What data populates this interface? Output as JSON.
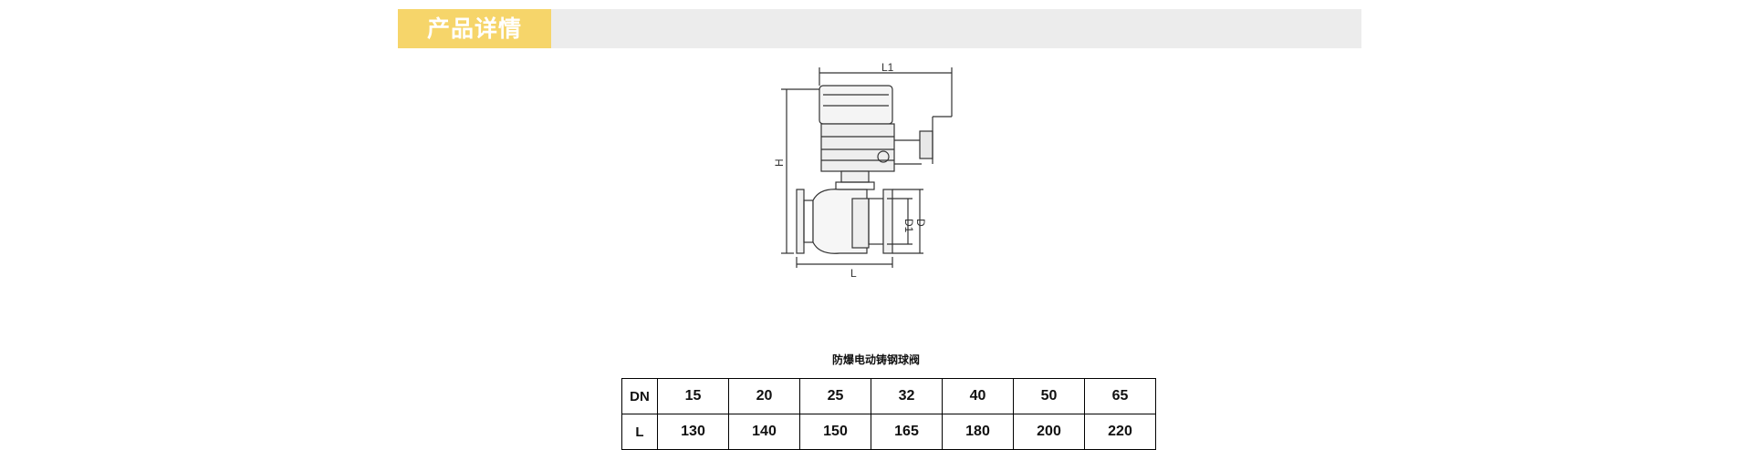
{
  "header": {
    "title": "产品详情",
    "accent_color": "#f6d56a",
    "bar_color": "#ececec"
  },
  "diagram": {
    "labels": {
      "top_width": "L1",
      "height": "H",
      "bottom_length": "L",
      "flange_d1": "D1",
      "flange_d": "D"
    }
  },
  "table": {
    "title": "防爆电动铸钢球阀",
    "rows": [
      {
        "label": "DN",
        "values": [
          "15",
          "20",
          "25",
          "32",
          "40",
          "50",
          "65"
        ]
      },
      {
        "label": "L",
        "values": [
          "130",
          "140",
          "150",
          "165",
          "180",
          "200",
          "220"
        ]
      }
    ]
  }
}
